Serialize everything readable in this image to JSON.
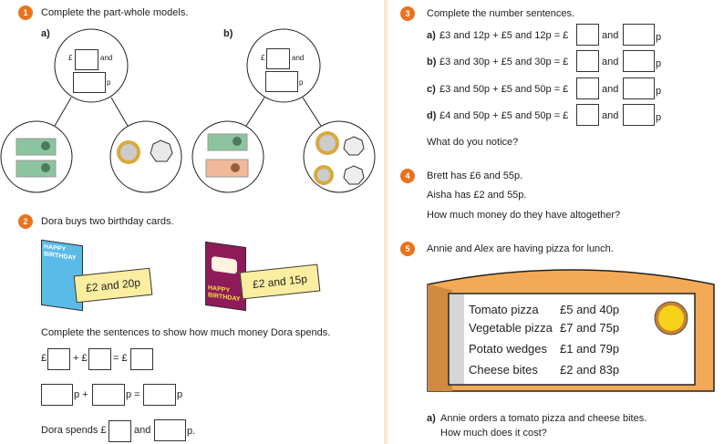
{
  "q1": {
    "number": "1",
    "title": "Complete the part-whole models.",
    "a_label": "a)",
    "b_label": "b)",
    "pound": "£",
    "and": "and",
    "p": "p"
  },
  "q2": {
    "number": "2",
    "title": "Dora buys two birthday cards.",
    "card1_text": "HAPPY BIRTHDAY",
    "card1_price": "£2 and 20p",
    "card2_text": "HAPPY BIRTHDAY",
    "card2_price": "£2 and 15p",
    "instruction": "Complete the sentences to show how much money Dora spends.",
    "pound": "£",
    "plus_pound": "+ £",
    "equals_pound": "= £",
    "p_plus": "p +",
    "p_equals": "p =",
    "p": "p",
    "spends": "Dora spends £",
    "and": "and",
    "p_dot": "p."
  },
  "q3": {
    "number": "3",
    "title": "Complete the number sentences.",
    "rows": [
      {
        "label": "a)",
        "text": "£3 and 12p + £5 and 12p = £"
      },
      {
        "label": "b)",
        "text": "£3 and 30p + £5 and 30p = £"
      },
      {
        "label": "c)",
        "text": "£3 and 50p + £5 and 50p = £"
      },
      {
        "label": "d)",
        "text": "£4 and 50p + £5 and 50p = £"
      }
    ],
    "and": "and",
    "p": "p",
    "notice": "What do you notice?"
  },
  "q4": {
    "number": "4",
    "lines": [
      "Brett has £6 and 55p.",
      "Aisha has £2 and 55p.",
      "How much money do they have altogether?"
    ]
  },
  "q5": {
    "number": "5",
    "title": "Annie and Alex are having pizza for lunch.",
    "menu": [
      {
        "item": "Tomato pizza",
        "price": "£5 and 40p"
      },
      {
        "item": "Vegetable pizza",
        "price": "£7 and 75p"
      },
      {
        "item": "Potato wedges",
        "price": "£1 and 79p"
      },
      {
        "item": "Cheese bites",
        "price": "£2 and 83p"
      }
    ],
    "a_label": "a)",
    "a_line1": "Annie orders a tomato pizza and cheese bites.",
    "a_line2": "How much does it cost?"
  },
  "colors": {
    "badge": "#e8731f",
    "board": "#f3a955",
    "tag": "#fbeea0"
  }
}
